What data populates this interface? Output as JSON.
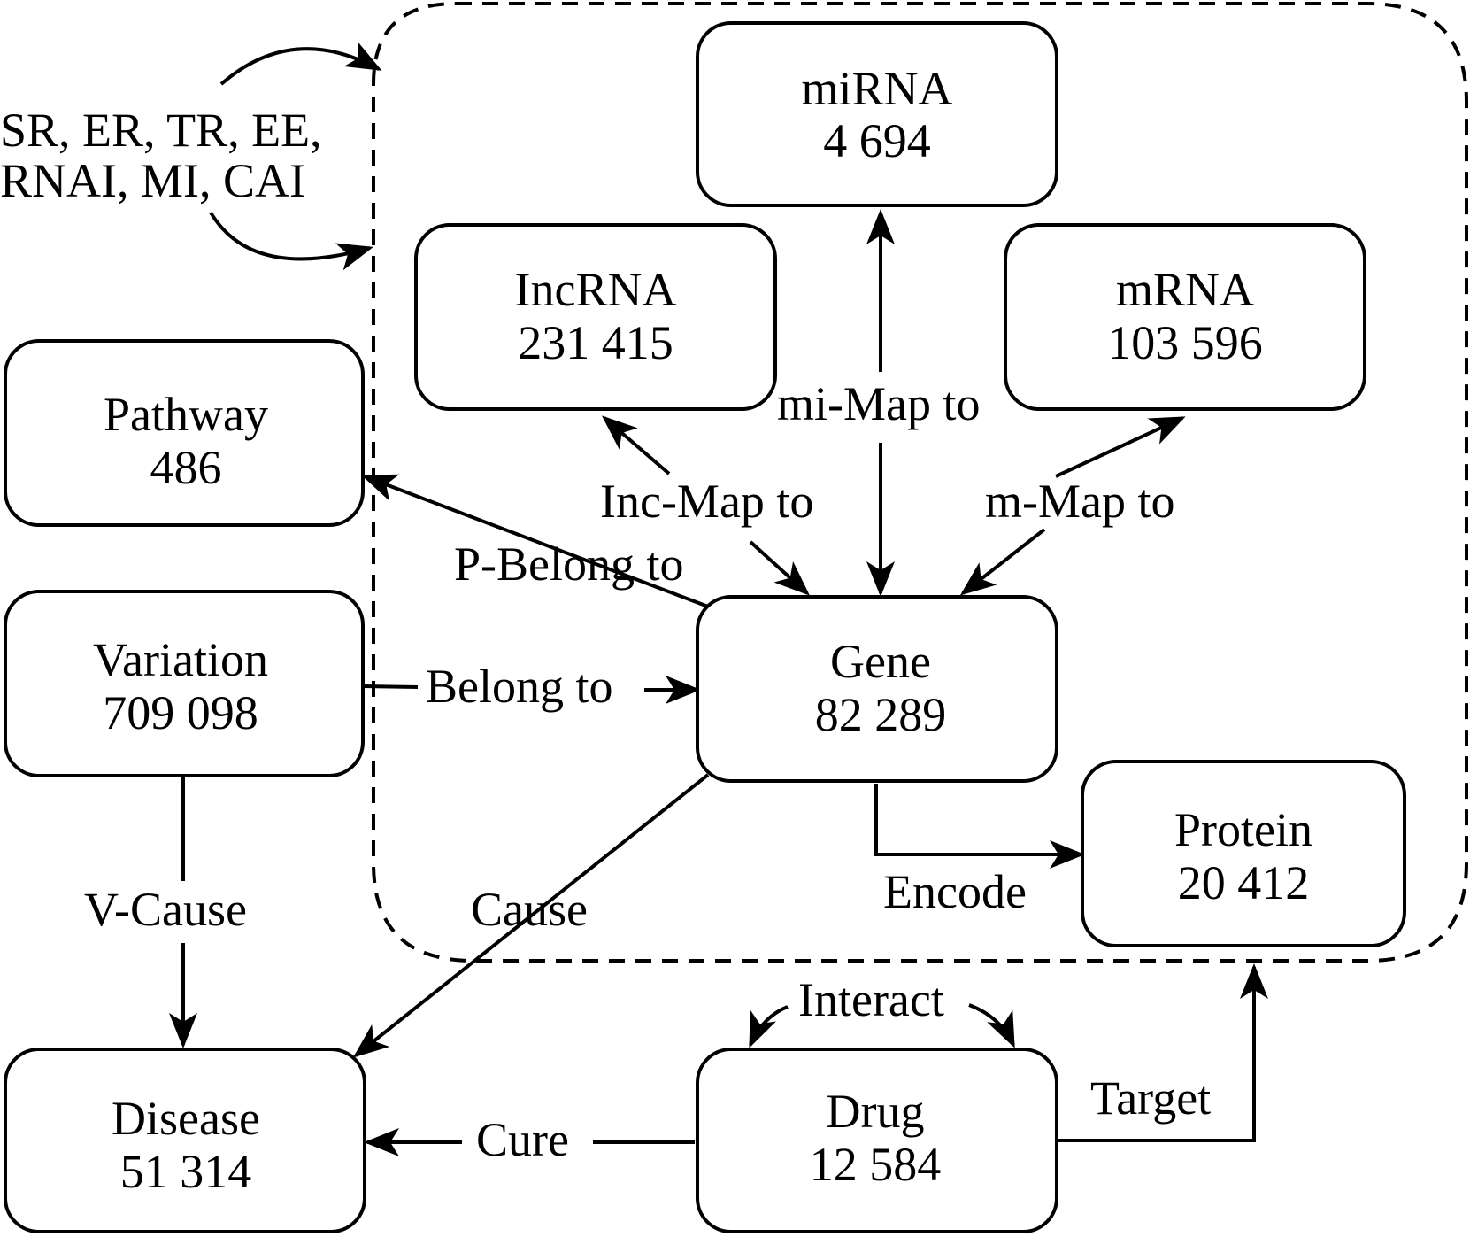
{
  "nodes": {
    "mirna": {
      "name": "miRNA",
      "count": "4 694"
    },
    "lncrna": {
      "name": "IncRNA",
      "count": "231 415"
    },
    "mrna": {
      "name": "mRNA",
      "count": "103 596"
    },
    "pathway": {
      "name": "Pathway",
      "count": "486"
    },
    "variation": {
      "name": "Variation",
      "count": "709 098"
    },
    "gene": {
      "name": "Gene",
      "count": "82 289"
    },
    "protein": {
      "name": "Protein",
      "count": "20 412"
    },
    "disease": {
      "name": "Disease",
      "count": "51 314"
    },
    "drug": {
      "name": "Drug",
      "count": "12 584"
    }
  },
  "relations": {
    "self_loop_line1": "SR, ER, TR, EE,",
    "self_loop_line2": "RNAI, MI, CAI",
    "mi_map": "mi-Map to",
    "lnc_map": "Inc-Map to",
    "m_map": "m-Map to",
    "p_belong": "P-Belong to",
    "belong": "Belong to",
    "v_cause": "V-Cause",
    "cause": "Cause",
    "encode": "Encode",
    "interact": "Interact",
    "target": "Target",
    "cure": "Cure"
  }
}
